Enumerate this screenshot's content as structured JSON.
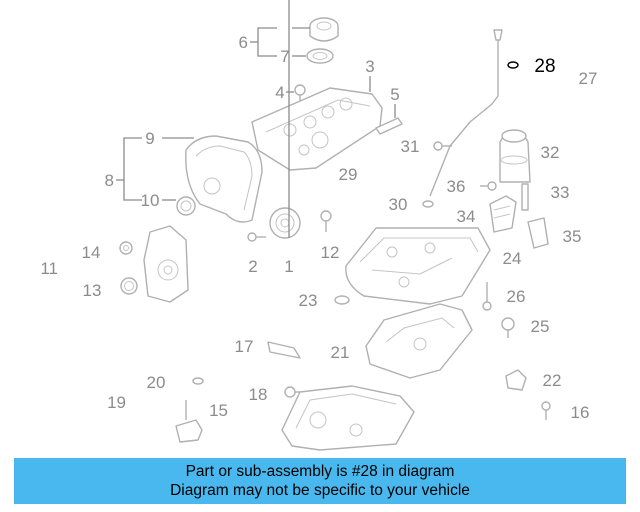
{
  "banner": {
    "line1": "Part or sub-assembly is #28 in diagram",
    "line2": "Diagram may not be specific to your vehicle"
  },
  "highlight": {
    "part_number": "28"
  },
  "callouts": {
    "c1": "1",
    "c2": "2",
    "c3": "3",
    "c4": "4",
    "c5": "5",
    "c6": "6",
    "c7": "7",
    "c8": "8",
    "c9": "9",
    "c10": "10",
    "c11": "11",
    "c12": "12",
    "c13": "13",
    "c14": "14",
    "c15": "15",
    "c16": "16",
    "c17": "17",
    "c18": "18",
    "c19": "19",
    "c20": "20",
    "c21": "21",
    "c22": "22",
    "c23": "23",
    "c24": "24",
    "c25": "25",
    "c26": "26",
    "c27": "27",
    "c28": "28",
    "c29": "29",
    "c30": "30",
    "c31": "31",
    "c32": "32",
    "c33": "33",
    "c34": "34",
    "c35": "35",
    "c36": "36"
  }
}
